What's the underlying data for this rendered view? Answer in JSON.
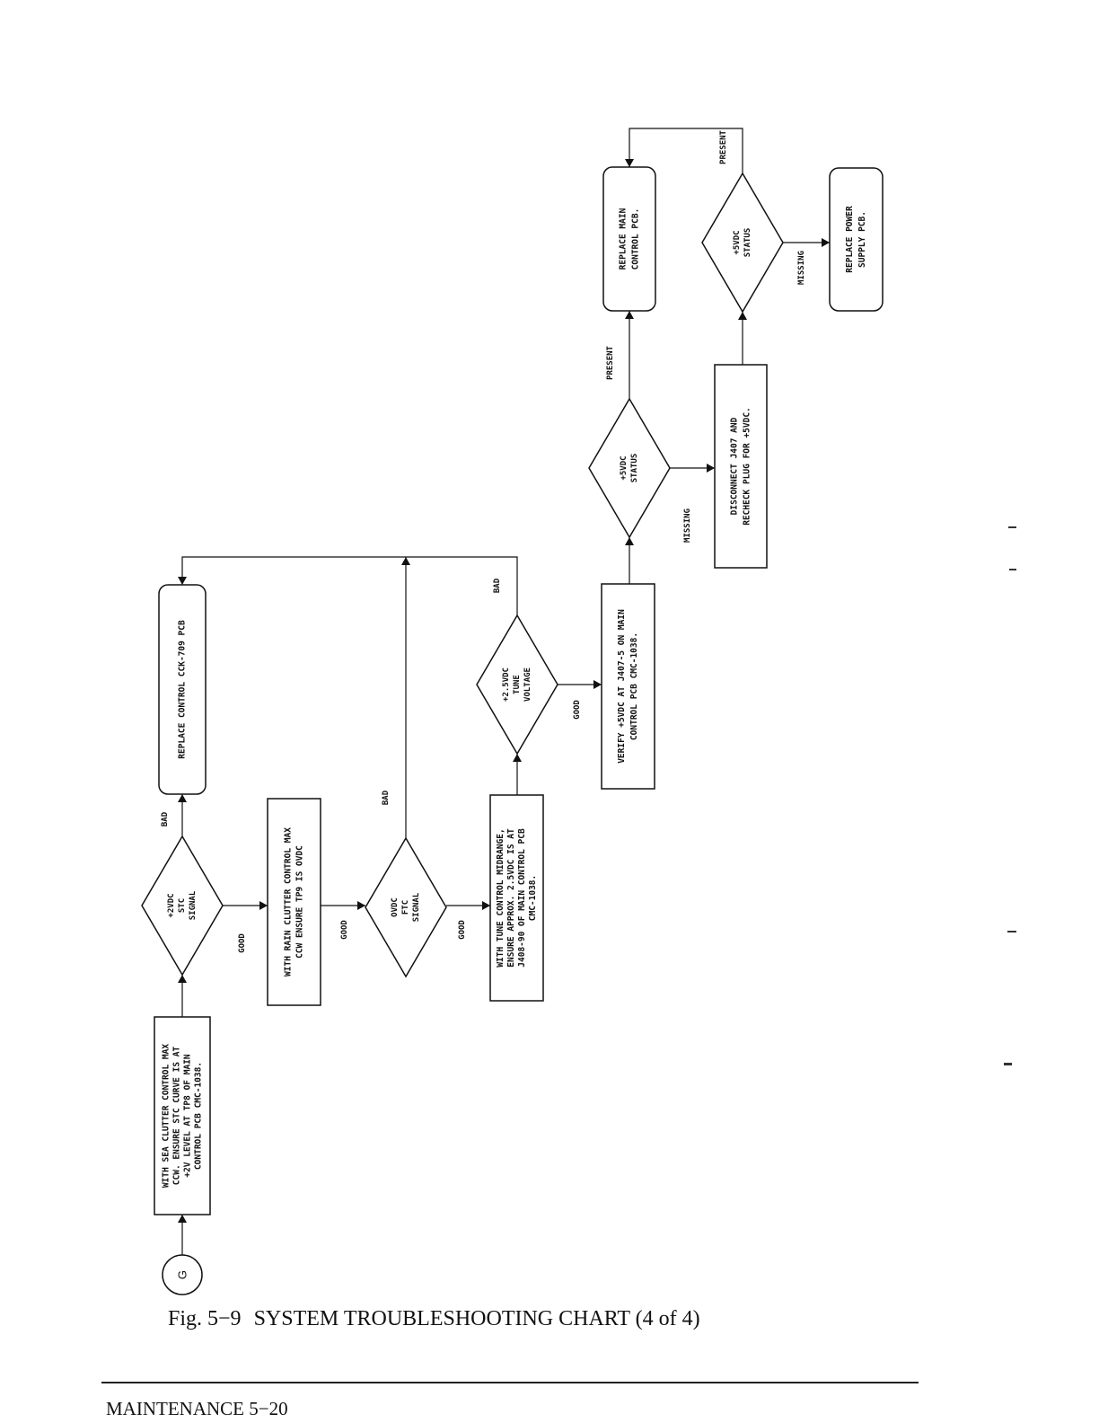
{
  "diagram": {
    "start_label": "G",
    "nodes": {
      "n1": [
        "WITH SEA CLUTTER CONTROL MAX",
        "CCW. ENSURE STC CURVE IS AT",
        "+2V LEVEL AT TP8 OF MAIN",
        "CONTROL PCB CMC-1038."
      ],
      "n2": [
        "+2VDC",
        "STC",
        "SIGNAL"
      ],
      "n3": [
        "REPLACE CONTROL CCK-709 PCB"
      ],
      "n4": [
        "WITH RAIN CLUTTER CONTROL MAX",
        "CCW ENSURE TP9 IS OVDC"
      ],
      "n5": [
        "OVDC",
        "FTC",
        "SIGNAL"
      ],
      "n6": [
        "WITH TUNE CONTROL MIDRANGE,",
        "ENSURE APPROX. 2.5VDC IS AT",
        "J408-90 OF MAIN CONTROL PCB",
        "CMC-1038."
      ],
      "n7": [
        "+2.5VDC",
        "TUNE",
        "VOLTAGE"
      ],
      "n8": [
        "VERIFY +5VDC AT J407-5 ON MAIN",
        "CONTROL PCB CMC-1038."
      ],
      "n9": [
        "+5VDC",
        "STATUS"
      ],
      "n10": [
        "REPLACE MAIN",
        "CONTROL PCB."
      ],
      "n11": [
        "DISCONNECT J407 AND",
        "RECHECK PLUG FOR +5VDC."
      ],
      "n12": [
        "+5VDC",
        "STATUS"
      ],
      "n13": [
        "REPLACE POWER",
        "SUPPLY PCB."
      ]
    },
    "edge_labels": {
      "n2_good": "GOOD",
      "n2_bad": "BAD",
      "n5_good": "GOOD",
      "n5_bad": "BAD",
      "n6_good": "GOOD",
      "n7_good": "GOOD",
      "n7_bad": "BAD",
      "n9_present": "PRESENT",
      "n9_missing": "MISSING",
      "n12_present": "PRESENT",
      "n12_missing": "MISSING"
    }
  },
  "caption": {
    "figure": "Fig. 5−9",
    "title": "SYSTEM TROUBLESHOOTING CHART (4 of 4)"
  },
  "footer": {
    "text": "MAINTENANCE 5−20"
  }
}
